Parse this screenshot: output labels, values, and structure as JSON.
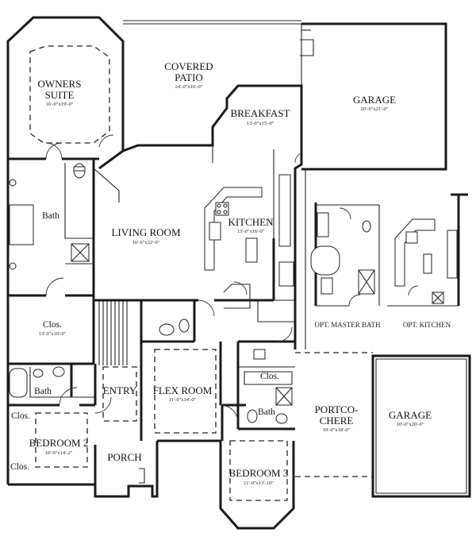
{
  "rooms": {
    "owners_suite": {
      "line1": "OWNERS",
      "line2": "SUITE",
      "dim": "16'-0\"x19'-0\""
    },
    "covered_patio": {
      "line1": "COVERED",
      "line2": "PATIO",
      "dim": "24'-0\"x16'-0\""
    },
    "garage_main": {
      "name": "GARAGE",
      "dim": "20'-0\"x21'-0\""
    },
    "breakfast": {
      "name": "BREAKFAST",
      "dim": "13'-0\"x15'-0\""
    },
    "owners_bath": {
      "name": "Bath"
    },
    "living_room": {
      "name": "LIVING ROOM",
      "dim": "16'-6\"x22'-0\""
    },
    "kitchen": {
      "name": "KITCHEN",
      "dim": "13'-0\"x16'-0\""
    },
    "owners_closet": {
      "name": "Clos.",
      "dim": "13'-0\"x10'-0\""
    },
    "bath_2": {
      "name": "Bath"
    },
    "entry": {
      "name": "ENTRY"
    },
    "flex_room": {
      "name": "FLEX ROOM",
      "dim": "11'-0\"x14'-0\""
    },
    "closet_3": {
      "name": "Clos."
    },
    "portcochere": {
      "line1": "PORTCO-",
      "line2": "CHERE",
      "dim": "10'-0\"x18'-0\""
    },
    "garage_2": {
      "name": "GARAGE",
      "dim": "10'-0\"x20'-0\""
    },
    "closet_b2_top": {
      "name": "Clos."
    },
    "bedroom_2": {
      "name": "BEDROOM 2",
      "dim": "10'-9\"x14'-2\""
    },
    "bath_3": {
      "name": "Bath"
    },
    "porch": {
      "name": "PORCH"
    },
    "closet_b2_bottom": {
      "name": "Clos."
    },
    "bedroom_3": {
      "name": "BEDROOM 3",
      "dim": "11'-0\"x13'-10\""
    }
  },
  "options": {
    "master_bath": "OPT. MASTER BATH",
    "kitchen": "OPT. KITCHEN"
  }
}
